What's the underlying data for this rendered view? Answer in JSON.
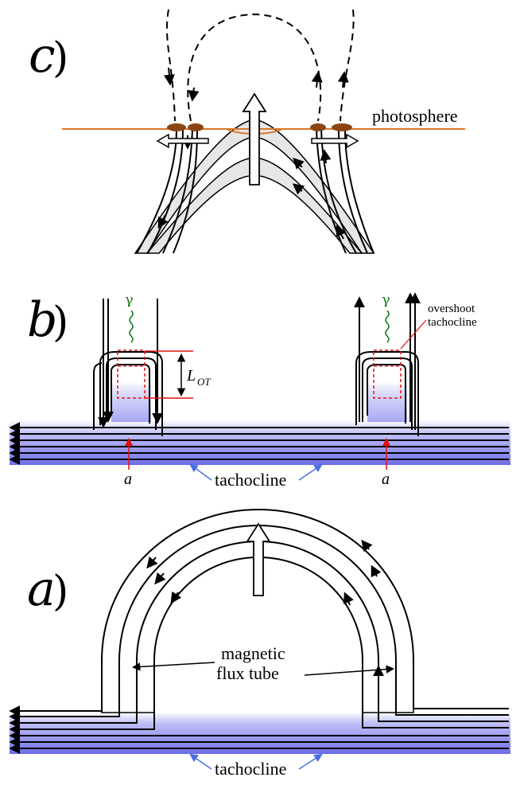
{
  "panels": {
    "c": {
      "letter": "c",
      "paren": ")",
      "photosphere_label": "photosphere"
    },
    "b": {
      "letter": "b",
      "paren": ")",
      "gamma": "γ",
      "overshoot_label_1": "overshoot",
      "overshoot_label_2": "tachocline",
      "lot_main": "L",
      "lot_sub": "OT",
      "a_label": "a",
      "tachocline_label": "tachocline"
    },
    "a": {
      "letter": "a",
      "paren": ")",
      "flux_label_1": "magnetic",
      "flux_label_2": "flux tube",
      "tachocline_label": "tachocline"
    }
  },
  "colors": {
    "tachocline_blue": "#5b5be6",
    "photosphere_line": "#d9782a",
    "spot_brown": "#8b4513",
    "red_marker": "#e01010",
    "gamma_green": "#1a7a1a",
    "pointer_blue": "#4a6fe0",
    "tube_fill": "#e6e6e6"
  }
}
